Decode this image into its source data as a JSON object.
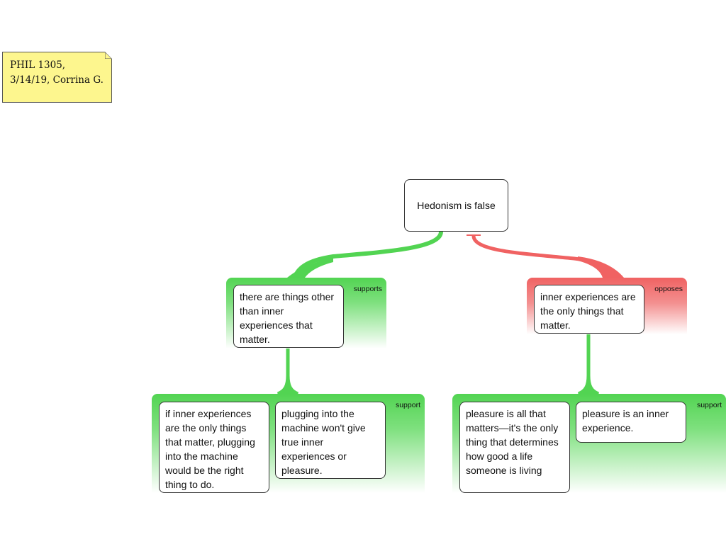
{
  "note": {
    "text": "PHIL 1305, 3/14/19, Corrina G."
  },
  "colors": {
    "support": "#52d452",
    "oppose": "#f06262",
    "note": "#fdf68e"
  },
  "main_claim": "Hedonism is false",
  "reason_support": {
    "tag": "supports",
    "text": "there are things other than inner experiences that matter.",
    "sub": {
      "tag": "support",
      "premises": [
        "if inner experiences are the only things that matter, plugging into the machine would be the right thing to do.",
        "plugging into the machine won't give true inner experiences or pleasure."
      ]
    }
  },
  "objection": {
    "tag": "opposes",
    "text": "inner experiences are the only things that matter.",
    "sub": {
      "tag": "support",
      "premises": [
        "pleasure is all that matters—it's the only thing that determines how good a life someone is living",
        "pleasure is an inner experience."
      ]
    }
  }
}
